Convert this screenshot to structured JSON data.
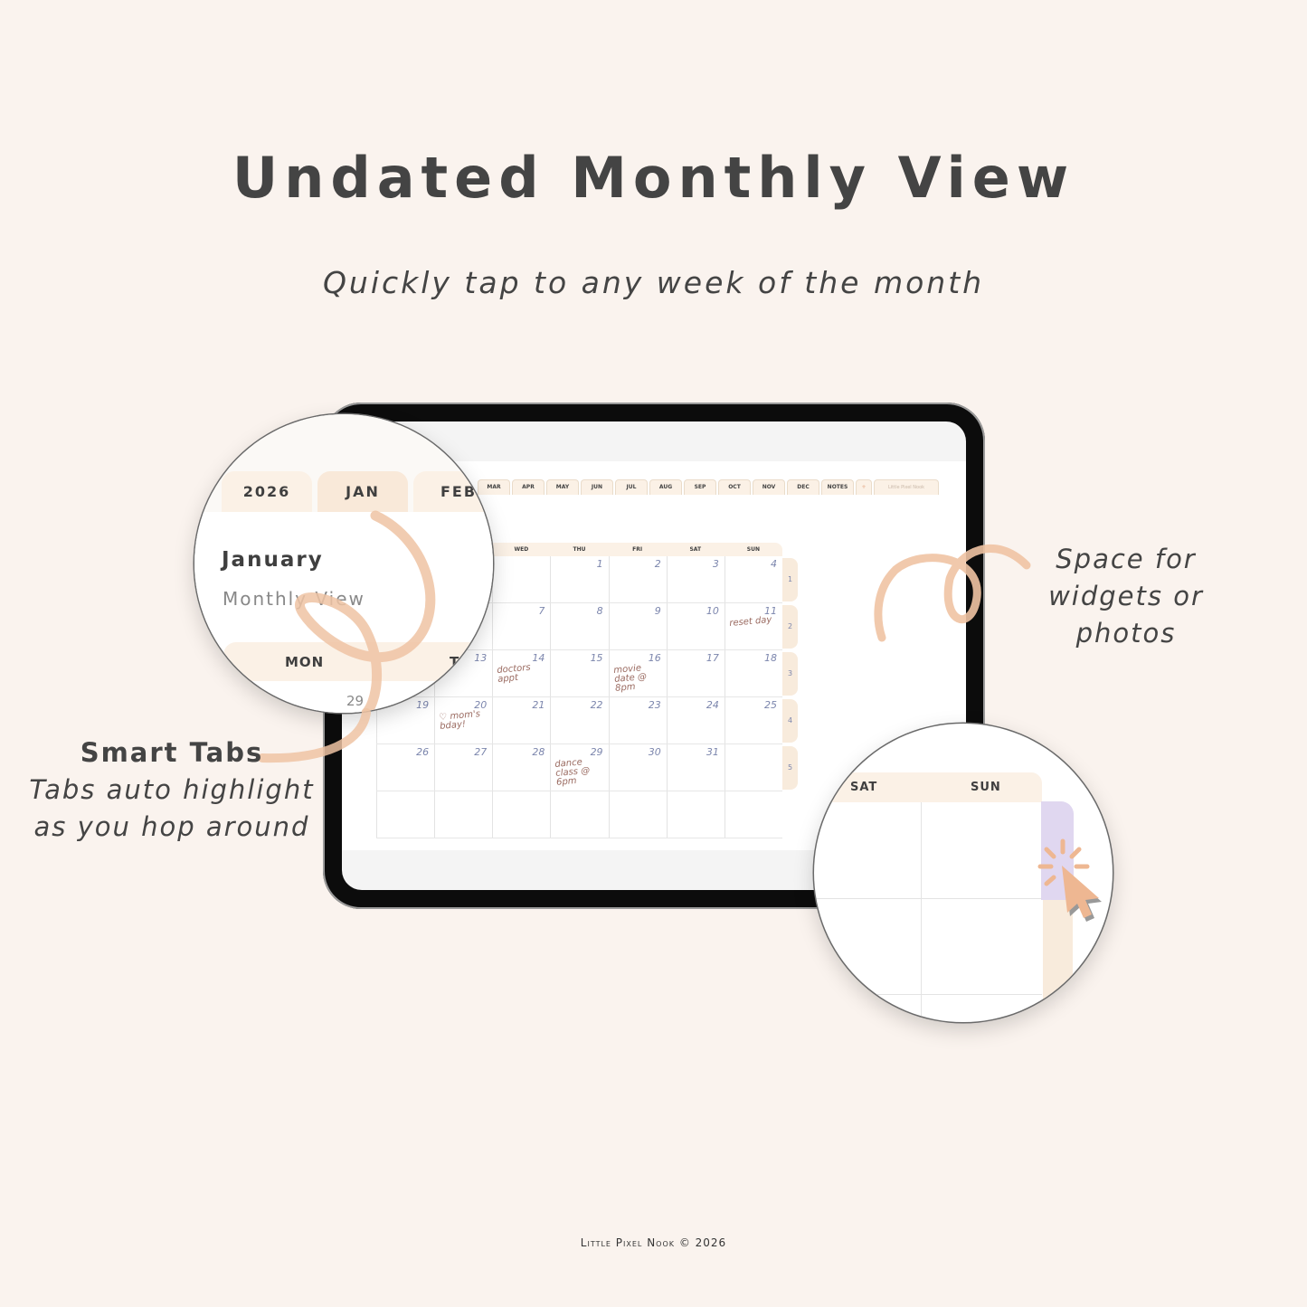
{
  "header": {
    "title": "Undated Monthly View",
    "subtitle": "Quickly tap to any week of the month"
  },
  "planner": {
    "tabs": [
      "MAR",
      "APR",
      "MAY",
      "JUN",
      "JUL",
      "AUG",
      "SEP",
      "OCT",
      "NOV",
      "DEC",
      "NOTES",
      "+",
      "Little Pixel Nook"
    ],
    "weekdays": [
      "",
      "",
      "WED",
      "THU",
      "FRI",
      "SAT",
      "SUN"
    ],
    "weeks": [
      [
        {
          "d": ""
        },
        {
          "d": ""
        },
        {
          "d": ""
        },
        {
          "d": "1"
        },
        {
          "d": "2"
        },
        {
          "d": "3"
        },
        {
          "d": "4"
        }
      ],
      [
        {
          "d": ""
        },
        {
          "d": ""
        },
        {
          "d": "7"
        },
        {
          "d": "8"
        },
        {
          "d": "9"
        },
        {
          "d": "10"
        },
        {
          "d": "11",
          "n": "reset day"
        }
      ],
      [
        {
          "d": ""
        },
        {
          "d": "13"
        },
        {
          "d": "14",
          "n": "doctors appt"
        },
        {
          "d": "15"
        },
        {
          "d": "16",
          "n": "movie date @ 8pm"
        },
        {
          "d": "17"
        },
        {
          "d": "18"
        }
      ],
      [
        {
          "d": "19"
        },
        {
          "d": "20",
          "n": "♡ mom's bday!"
        },
        {
          "d": "21"
        },
        {
          "d": "22"
        },
        {
          "d": "23"
        },
        {
          "d": "24"
        },
        {
          "d": "25"
        }
      ],
      [
        {
          "d": "26"
        },
        {
          "d": "27"
        },
        {
          "d": "28"
        },
        {
          "d": "29",
          "n": "dance class @ 6pm"
        },
        {
          "d": "30"
        },
        {
          "d": "31"
        },
        {
          "d": ""
        }
      ],
      [
        {
          "d": ""
        },
        {
          "d": ""
        },
        {
          "d": ""
        },
        {
          "d": ""
        },
        {
          "d": ""
        },
        {
          "d": ""
        },
        {
          "d": ""
        }
      ]
    ],
    "week_tabs": [
      "1",
      "2",
      "3",
      "4",
      "5"
    ]
  },
  "zoom_left": {
    "tabs": [
      "2026",
      "JAN",
      "FEB"
    ],
    "active_tab": "JAN",
    "month": "January",
    "view": "Monthly View",
    "weekday": "MON",
    "weekday_next": "T",
    "day": "29"
  },
  "zoom_right": {
    "weekdays": [
      "SAT",
      "SUN"
    ],
    "cursor_icon": "pointer-click-icon"
  },
  "annotations": {
    "smart_tabs_title": "Smart Tabs",
    "smart_tabs_body_1": "Tabs auto highlight",
    "smart_tabs_body_2": "as you hop around",
    "space_1": "Space for",
    "space_2": "widgets or",
    "space_3": "photos"
  },
  "footer": "Little Pixel Nook © 2026",
  "colors": {
    "background": "#faf3ee",
    "tab": "#fbf1e6",
    "accent_swirl": "#f0c4a4",
    "day_number": "#7c86ad",
    "note": "#9a6a60",
    "highlight": "#ddd3ee"
  }
}
